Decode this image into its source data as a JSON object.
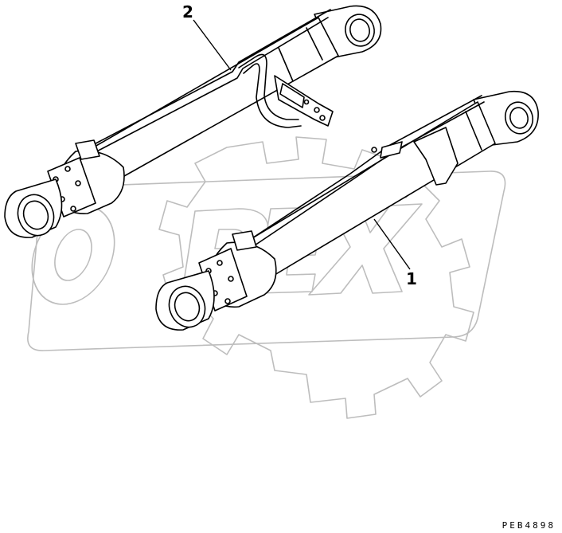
{
  "callouts": {
    "two": "2",
    "one": "1"
  },
  "drawing_code": "PEB4898",
  "watermark": {
    "text": "OPEX",
    "color": "#bdbdbd"
  },
  "line_color": "#000000"
}
